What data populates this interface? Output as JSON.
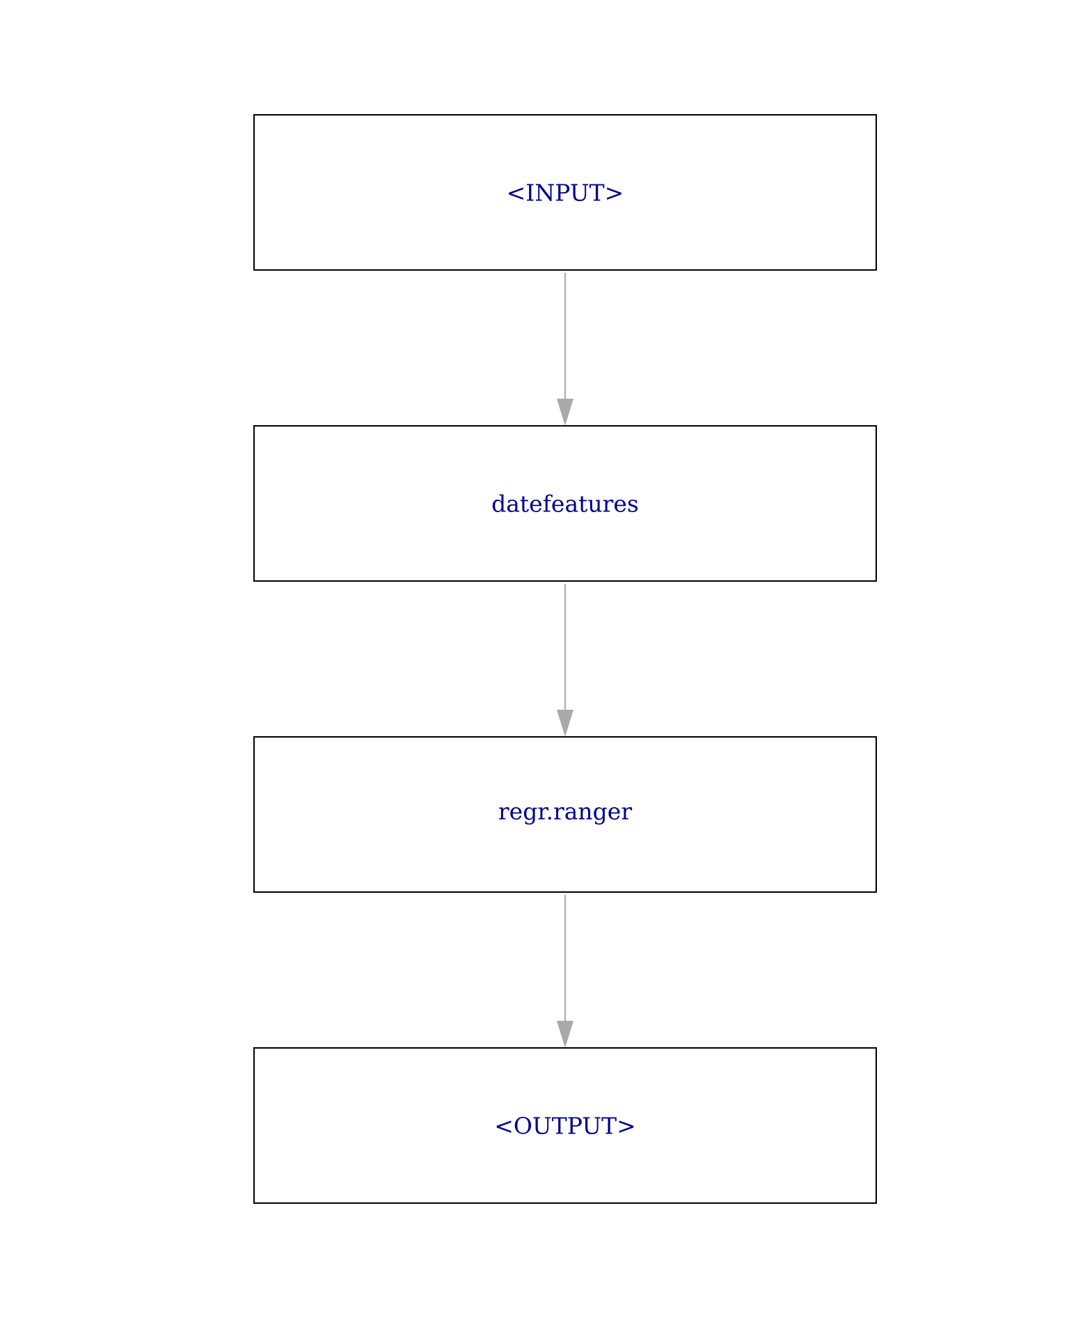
{
  "diagram": {
    "nodes": [
      {
        "id": "input",
        "label": "<INPUT>"
      },
      {
        "id": "datefeatures",
        "label": "datefeatures"
      },
      {
        "id": "regr_ranger",
        "label": "regr.ranger"
      },
      {
        "id": "output",
        "label": "<OUTPUT>"
      }
    ],
    "edges": [
      {
        "from": "input",
        "to": "datefeatures"
      },
      {
        "from": "datefeatures",
        "to": "regr_ranger"
      },
      {
        "from": "regr_ranger",
        "to": "output"
      }
    ],
    "colors": {
      "node_text": "#00008b",
      "node_border": "#000000",
      "edge": "#b3b3b3",
      "arrowhead": "#a9a9a9"
    }
  }
}
